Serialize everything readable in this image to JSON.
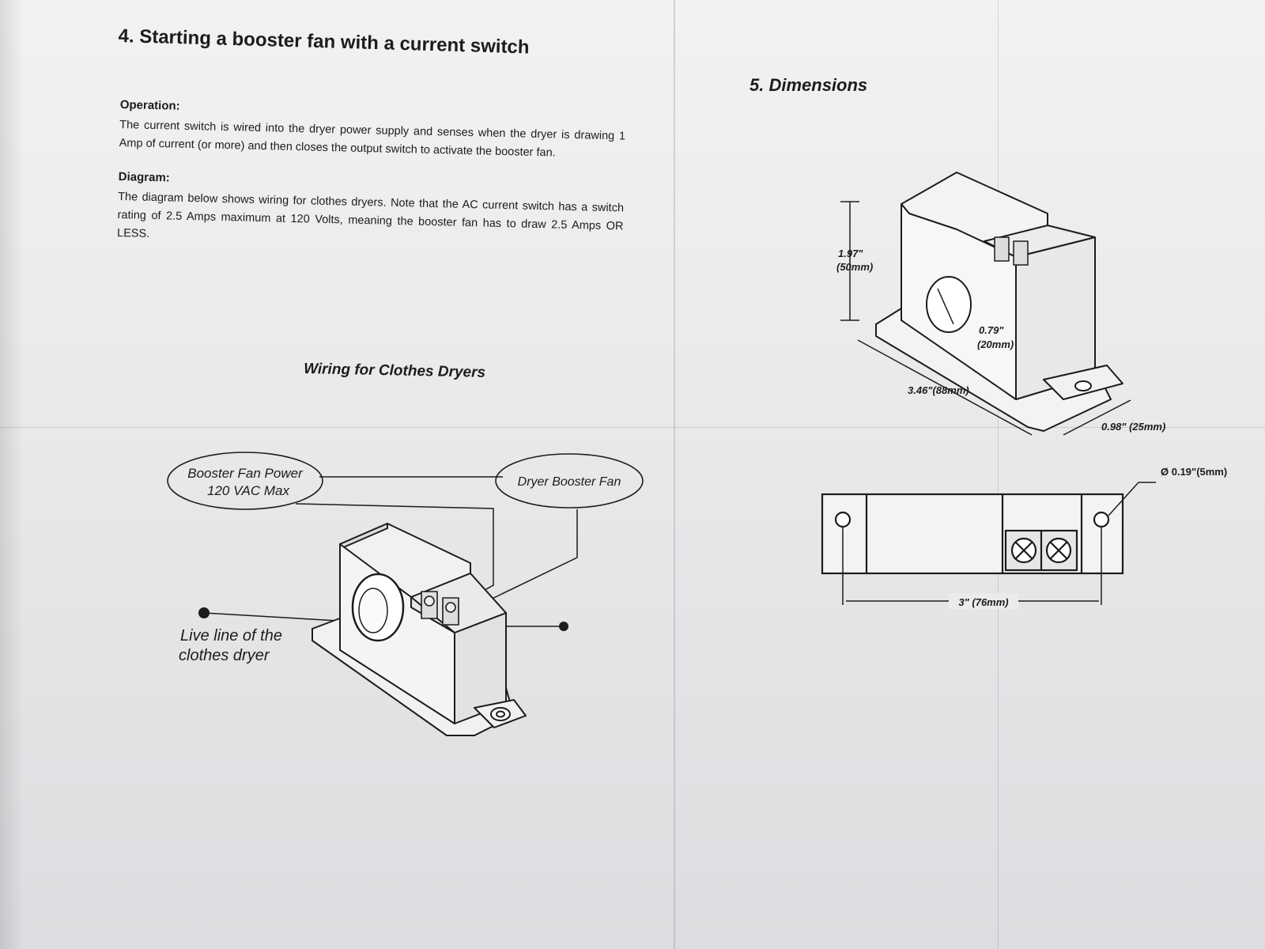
{
  "section4": {
    "title": "4. Starting a booster fan with a current switch",
    "operation_heading": "Operation:",
    "operation_text": "The current switch is wired into the dryer power supply and senses when the dryer is drawing 1 Amp of current (or more) and then closes the output switch to activate the booster fan.",
    "diagram_heading": "Diagram:",
    "diagram_text": "The diagram below shows wiring for clothes dryers. Note that the AC current switch has a switch rating of 2.5 Amps maximum at 120 Volts, meaning the booster fan has to draw 2.5 Amps OR LESS."
  },
  "wiring": {
    "title": "Wiring for Clothes Dryers",
    "power_label_1": "Booster Fan Power",
    "power_label_2": "120 VAC Max",
    "fan_label": "Dryer Booster Fan",
    "live_label_1": "Live line of the",
    "live_label_2": "clothes dryer"
  },
  "section5": {
    "title": "5. Dimensions",
    "height_in": "1.97\"",
    "height_mm": "(50mm)",
    "hole_in": "0.79\"",
    "hole_mm": "(20mm)",
    "length": "3.46\"(88mm)",
    "width": "0.98\" (25mm)",
    "mount_hole": "Ø 0.19\"(5mm)",
    "spacing": "3\" (76mm)"
  }
}
